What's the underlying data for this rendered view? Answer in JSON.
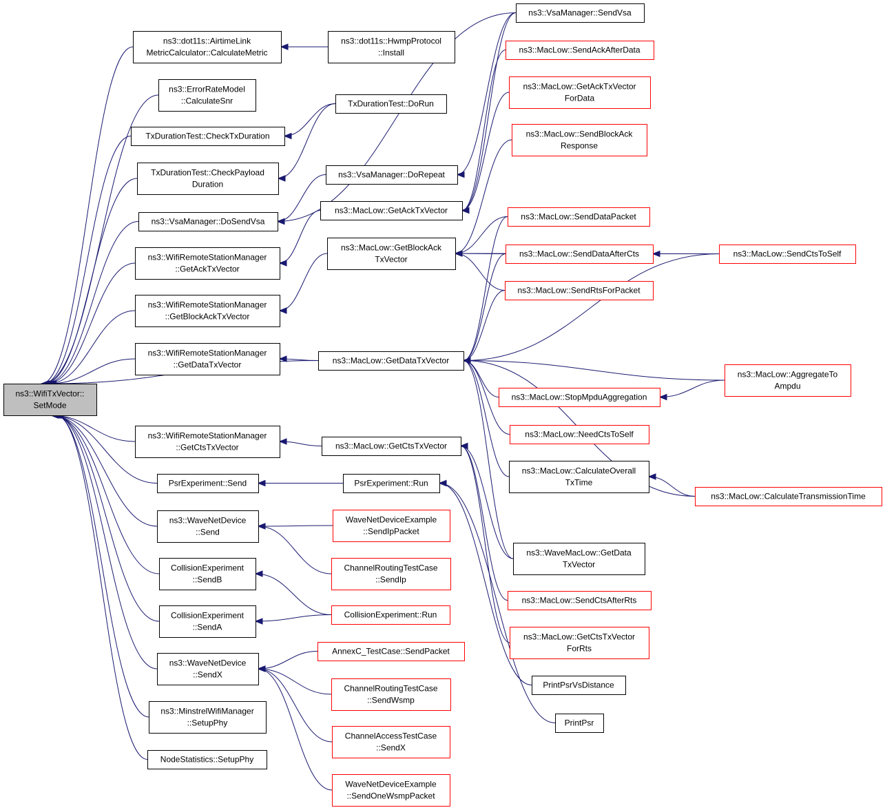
{
  "colors": {
    "edge": "#191970",
    "node_border": "#000000",
    "node_border_partial": "#ff0000",
    "root_fill": "#bfbfbf",
    "node_fill": "#ffffff"
  },
  "nodes": [
    {
      "id": "root",
      "lines": [
        "ns3::WifiTxVector::",
        "SetMode"
      ],
      "style": "root"
    },
    {
      "id": "airtime",
      "lines": [
        "ns3::dot11s::AirtimeLink",
        "MetricCalculator::CalculateMetric"
      ],
      "style": "black"
    },
    {
      "id": "hwmp",
      "lines": [
        "ns3::dot11s::HwmpProtocol",
        "::Install"
      ],
      "style": "black"
    },
    {
      "id": "errrate",
      "lines": [
        "ns3::ErrorRateModel",
        "::CalculateSnr"
      ],
      "style": "black"
    },
    {
      "id": "txdurcheck",
      "lines": [
        "TxDurationTest::CheckTxDuration"
      ],
      "style": "black"
    },
    {
      "id": "txdurrun",
      "lines": [
        "TxDurationTest::DoRun"
      ],
      "style": "black"
    },
    {
      "id": "txdurpayload",
      "lines": [
        "TxDurationTest::CheckPayload",
        "Duration"
      ],
      "style": "black"
    },
    {
      "id": "vsadosend",
      "lines": [
        "ns3::VsaManager::DoSendVsa"
      ],
      "style": "black"
    },
    {
      "id": "vsadorepeat",
      "lines": [
        "ns3::VsaManager::DoRepeat"
      ],
      "style": "black"
    },
    {
      "id": "vsasend",
      "lines": [
        "ns3::VsaManager::SendVsa"
      ],
      "style": "black"
    },
    {
      "id": "wrsmack",
      "lines": [
        "ns3::WifiRemoteStationManager",
        "::GetAckTxVector"
      ],
      "style": "black"
    },
    {
      "id": "wrsmblockack",
      "lines": [
        "ns3::WifiRemoteStationManager",
        "::GetBlockAckTxVector"
      ],
      "style": "black"
    },
    {
      "id": "wrsmdata",
      "lines": [
        "ns3::WifiRemoteStationManager",
        "::GetDataTxVector"
      ],
      "style": "black"
    },
    {
      "id": "wrsmcts",
      "lines": [
        "ns3::WifiRemoteStationManager",
        "::GetCtsTxVector"
      ],
      "style": "black"
    },
    {
      "id": "psrsend",
      "lines": [
        "PsrExperiment::Send"
      ],
      "style": "black"
    },
    {
      "id": "psrrun",
      "lines": [
        "PsrExperiment::Run"
      ],
      "style": "black"
    },
    {
      "id": "wndsend",
      "lines": [
        "ns3::WaveNetDevice",
        "::Send"
      ],
      "style": "black"
    },
    {
      "id": "collb",
      "lines": [
        "CollisionExperiment",
        "::SendB"
      ],
      "style": "black"
    },
    {
      "id": "colla",
      "lines": [
        "CollisionExperiment",
        "::SendA"
      ],
      "style": "black"
    },
    {
      "id": "wndsendx",
      "lines": [
        "ns3::WaveNetDevice",
        "::SendX"
      ],
      "style": "black"
    },
    {
      "id": "minstrel",
      "lines": [
        "ns3::MinstrelWifiManager",
        "::SetupPhy"
      ],
      "style": "black"
    },
    {
      "id": "nodestats",
      "lines": [
        "NodeStatistics::SetupPhy"
      ],
      "style": "black"
    },
    {
      "id": "mlgetack",
      "lines": [
        "ns3::MacLow::GetAckTxVector"
      ],
      "style": "black"
    },
    {
      "id": "mlgetblockack",
      "lines": [
        "ns3::MacLow::GetBlockAck",
        "TxVector"
      ],
      "style": "black"
    },
    {
      "id": "mlgetdata",
      "lines": [
        "ns3::MacLow::GetDataTxVector"
      ],
      "style": "black"
    },
    {
      "id": "mlgetcts",
      "lines": [
        "ns3::MacLow::GetCtsTxVector"
      ],
      "style": "black"
    },
    {
      "id": "mlsendackafterdata",
      "lines": [
        "ns3::MacLow::SendAckAfterData"
      ],
      "style": "red"
    },
    {
      "id": "mlgetackfordata",
      "lines": [
        "ns3::MacLow::GetAckTxVector",
        "ForData"
      ],
      "style": "red"
    },
    {
      "id": "mlsendblockackresp",
      "lines": [
        "ns3::MacLow::SendBlockAck",
        "Response"
      ],
      "style": "red"
    },
    {
      "id": "mlsenddatapacket",
      "lines": [
        "ns3::MacLow::SendDataPacket"
      ],
      "style": "red"
    },
    {
      "id": "mlsenddataaftercts",
      "lines": [
        "ns3::MacLow::SendDataAfterCts"
      ],
      "style": "red"
    },
    {
      "id": "mlsendrtsforpacket",
      "lines": [
        "ns3::MacLow::SendRtsForPacket"
      ],
      "style": "red"
    },
    {
      "id": "mlsendctstoself",
      "lines": [
        "ns3::MacLow::SendCtsToSelf"
      ],
      "style": "red"
    },
    {
      "id": "mlstopmpdu",
      "lines": [
        "ns3::MacLow::StopMpduAggregation"
      ],
      "style": "red"
    },
    {
      "id": "mlaggregate",
      "lines": [
        "ns3::MacLow::AggregateTo",
        "Ampdu"
      ],
      "style": "red"
    },
    {
      "id": "mlneedcts",
      "lines": [
        "ns3::MacLow::NeedCtsToSelf"
      ],
      "style": "red"
    },
    {
      "id": "mlcalcoverall",
      "lines": [
        "ns3::MacLow::CalculateOverall",
        "TxTime"
      ],
      "style": "black"
    },
    {
      "id": "mlcalctransmission",
      "lines": [
        "ns3::MacLow::CalculateTransmissionTime"
      ],
      "style": "red"
    },
    {
      "id": "wavemacgetdata",
      "lines": [
        "ns3::WaveMacLow::GetData",
        "TxVector"
      ],
      "style": "black"
    },
    {
      "id": "mlsendctsafterrts",
      "lines": [
        "ns3::MacLow::SendCtsAfterRts"
      ],
      "style": "red"
    },
    {
      "id": "mlgetctsforrts",
      "lines": [
        "ns3::MacLow::GetCtsTxVector",
        "ForRts"
      ],
      "style": "red"
    },
    {
      "id": "printpsrvsdist",
      "lines": [
        "PrintPsrVsDistance"
      ],
      "style": "black"
    },
    {
      "id": "printpsr",
      "lines": [
        "PrintPsr"
      ],
      "style": "black"
    },
    {
      "id": "wndexsendip",
      "lines": [
        "WaveNetDeviceExample",
        "::SendIpPacket"
      ],
      "style": "red"
    },
    {
      "id": "chroutsendip",
      "lines": [
        "ChannelRoutingTestCase",
        "::SendIp"
      ],
      "style": "red"
    },
    {
      "id": "collrun",
      "lines": [
        "CollisionExperiment::Run"
      ],
      "style": "red"
    },
    {
      "id": "annexc",
      "lines": [
        "AnnexC_TestCase::SendPacket"
      ],
      "style": "red"
    },
    {
      "id": "chroutsendwsmp",
      "lines": [
        "ChannelRoutingTestCase",
        "::SendWsmp"
      ],
      "style": "red"
    },
    {
      "id": "chaccesssendx",
      "lines": [
        "ChannelAccessTestCase",
        "::SendX"
      ],
      "style": "red"
    },
    {
      "id": "wndexsendwsmp",
      "lines": [
        "WaveNetDeviceExample",
        "::SendOneWsmpPacket"
      ],
      "style": "red"
    }
  ]
}
